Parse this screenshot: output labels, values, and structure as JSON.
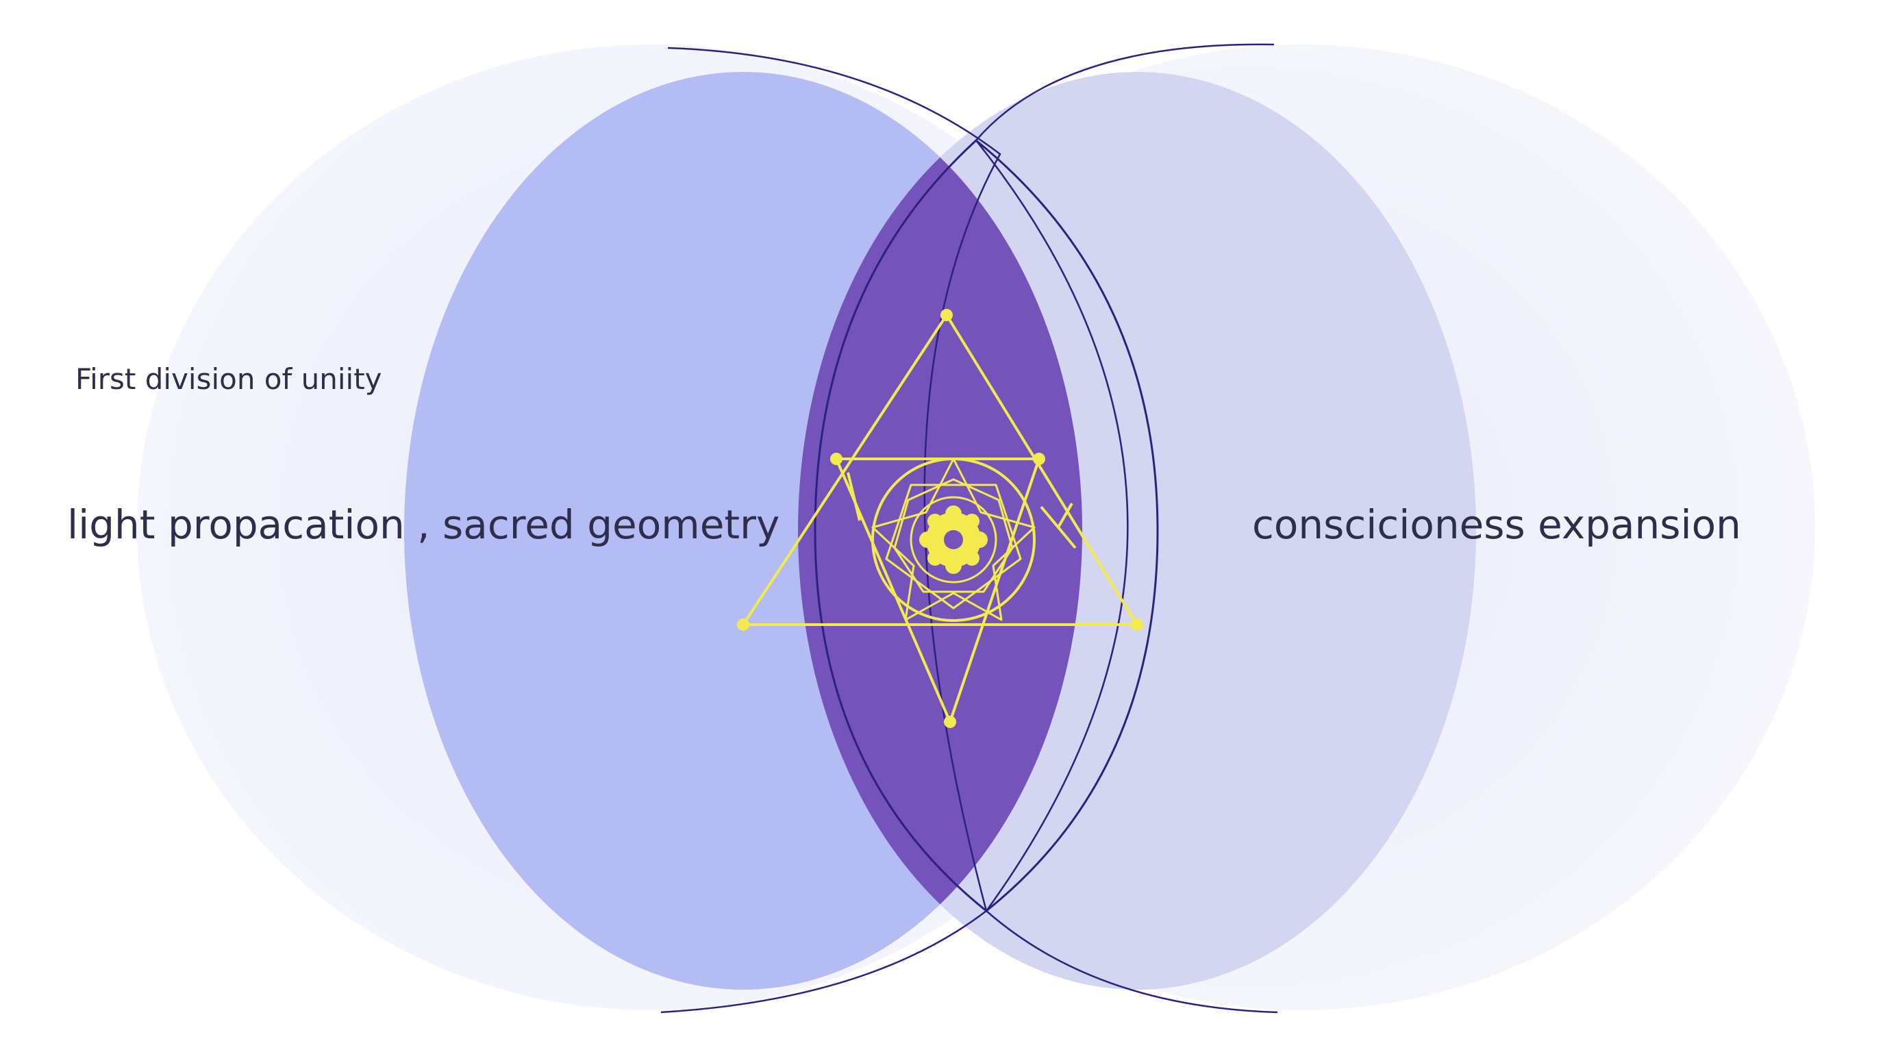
{
  "diagram": {
    "type": "vesica-piscis",
    "labels": {
      "caption": "First division of uniity",
      "left": "light propacation , sacred geometry",
      "right": "conscicioness expansion"
    },
    "colors": {
      "background": "#ffffff",
      "outer_halo": "#eef0fb",
      "left_circle": "#b3bdf3",
      "right_circle": "#d3d6f1",
      "intersection": "#7453bb",
      "outline": "#2c2183",
      "geometry": "#f2ea4e",
      "text": "#2e2e4a"
    },
    "icons": {
      "center_figure": "sacred-geometry-star-icon",
      "center_flower": "lotus-flower-icon"
    }
  }
}
